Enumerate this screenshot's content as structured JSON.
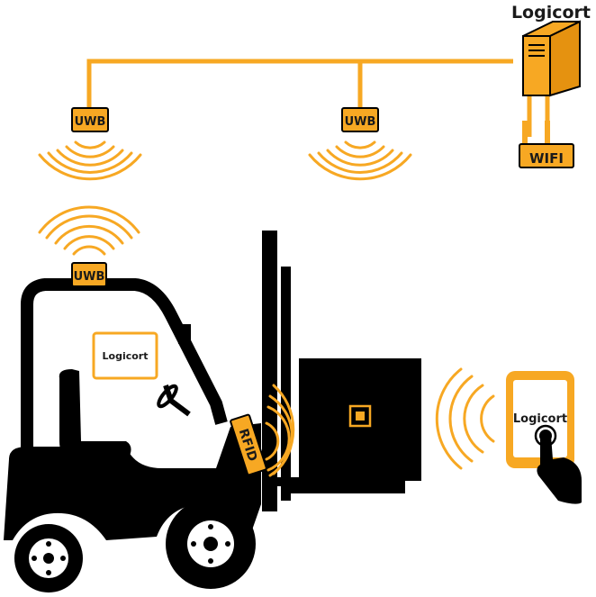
{
  "colors": {
    "accent": "#F7A823",
    "dark": "#000000",
    "light": "#FFFFFF",
    "brand_text": "#1A1A1A"
  },
  "brand": {
    "logo_text": "Logicort"
  },
  "labels": {
    "uwb_anchor_left": "UWB",
    "uwb_anchor_middle": "UWB",
    "uwb_tag_forklift": "UWB",
    "wifi": "WIFI",
    "rfid": "RFID"
  },
  "icons": {
    "server": "server-icon",
    "router": "wifi-router-icon",
    "forklift": "forklift-icon",
    "pallet_box": "box-icon",
    "rfid_chip": "chip-icon",
    "phone": "smartphone-icon",
    "hand": "hand-pointer-icon",
    "signal": "signal-waves-icon"
  }
}
